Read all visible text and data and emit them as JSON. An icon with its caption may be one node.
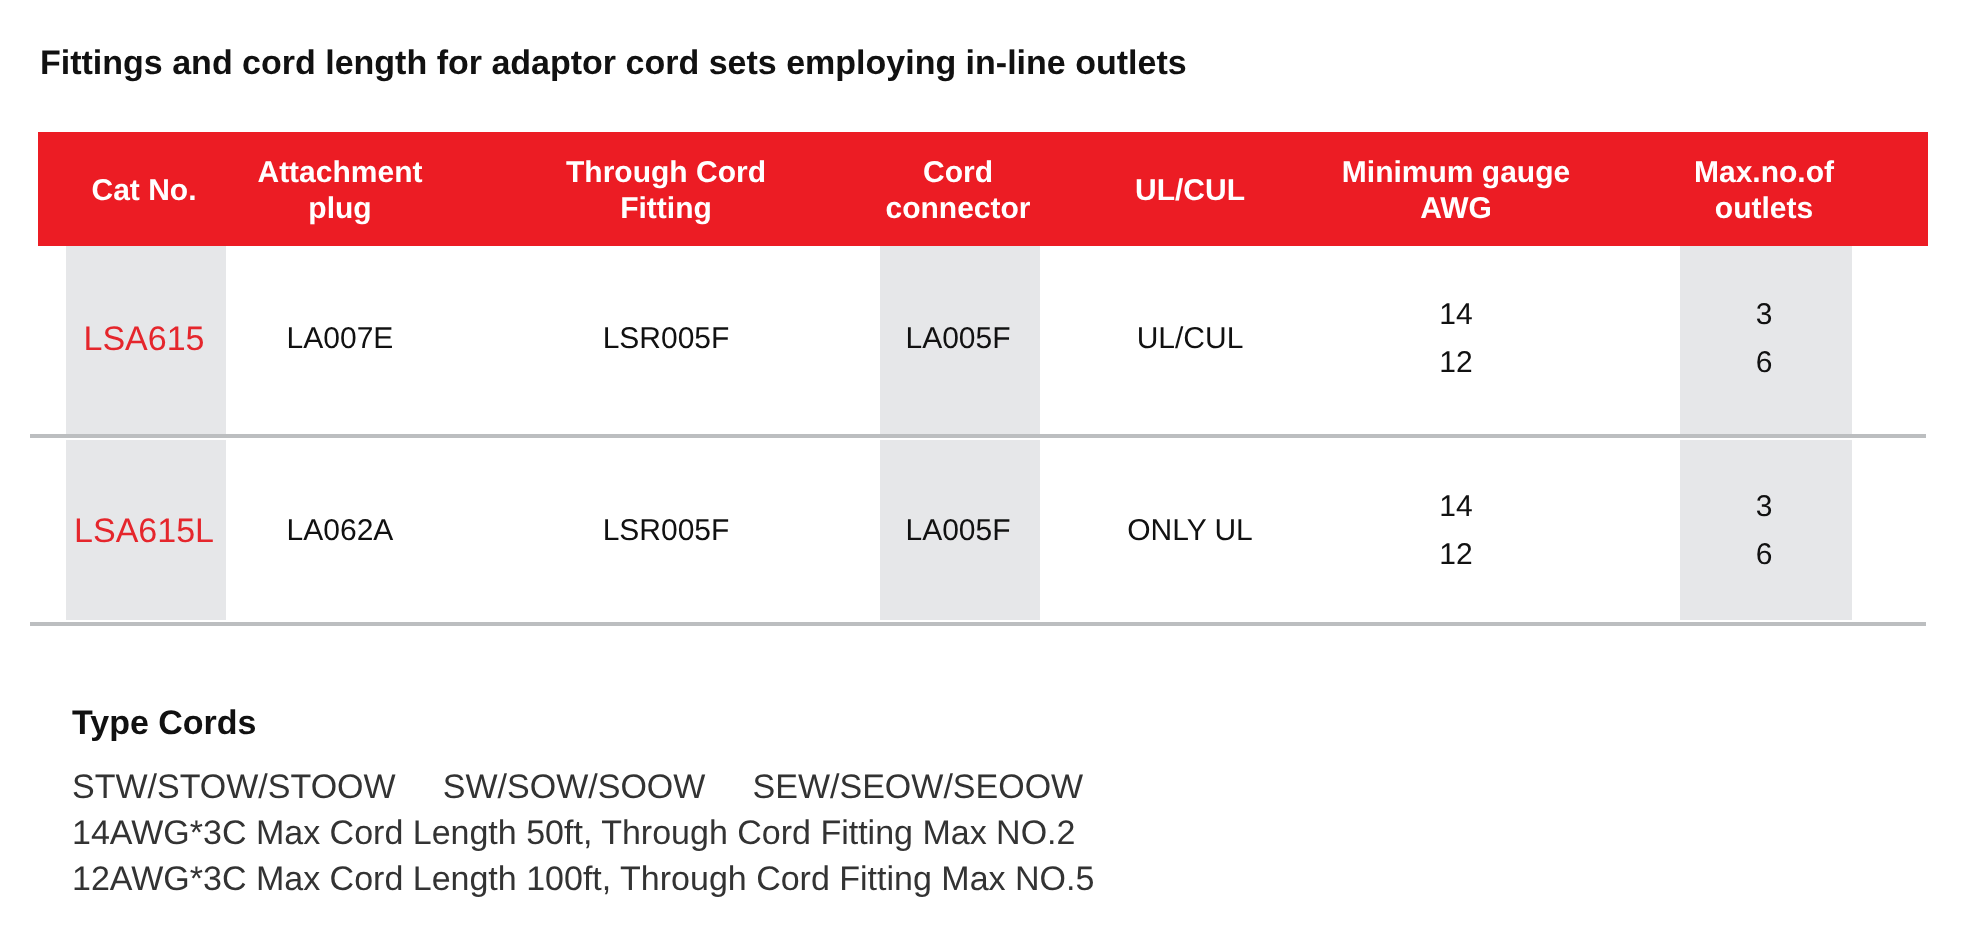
{
  "diagram": {
    "title": "Fittings and cord length for adaptor cord sets employing in-line outlets",
    "labels": [
      "Cat No.",
      "Attachment plug",
      "Through Cord Fitting",
      "Cord connector",
      "UL/CUL",
      "Minimum gauge AWG",
      "Max.no.of outlets",
      "LSA615",
      "LA007E",
      "LSR005F",
      "LA005F",
      "UL/CUL",
      "14",
      "12",
      "3",
      "6",
      "LSA615L",
      "LA062A",
      "LSR005F",
      "LA005F",
      "ONLY UL",
      "14",
      "12",
      "3",
      "6",
      "Type Cords",
      "STW/STOW/STOOW     SW/SOW/SOOW     SEW/SEOW/SEOOW",
      "14AWG*3C Max Cord Length 50ft, Through Cord Fitting Max NO.2",
      "12AWG*3C Max Cord Length 100ft, Through Cord Fitting Max NO.5"
    ]
  }
}
